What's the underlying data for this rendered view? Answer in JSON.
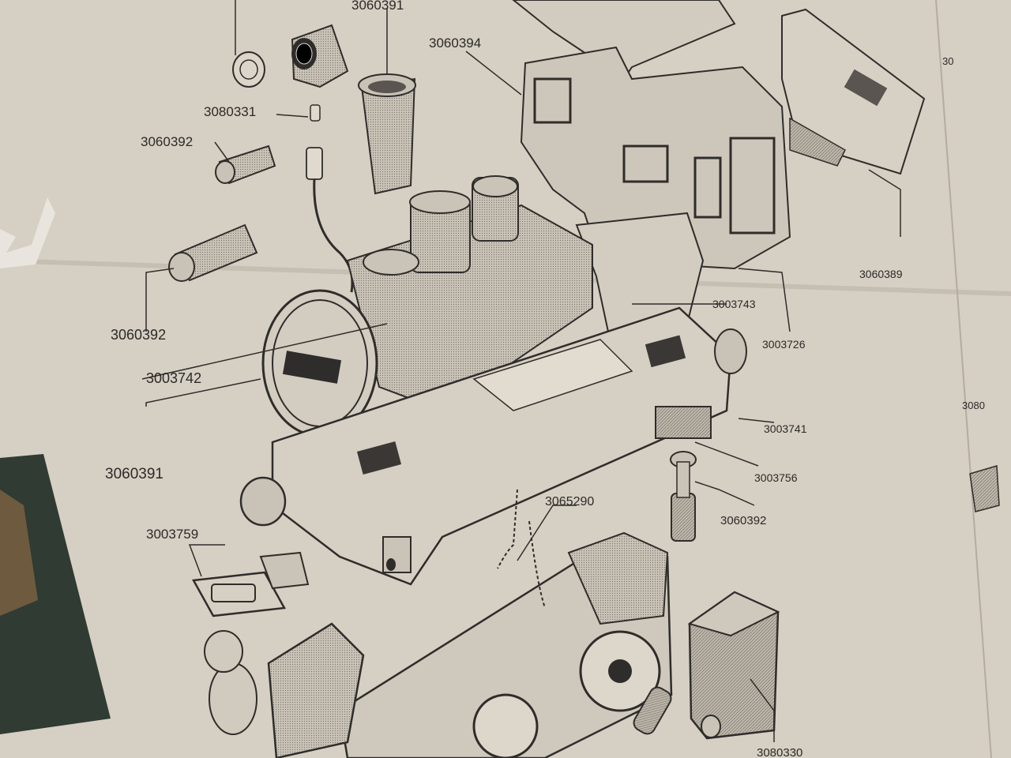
{
  "diagram": {
    "part_labels": {
      "top_cut": "3060391",
      "cab_roof": "3060394",
      "bulb": "3080331",
      "lamp_upper": "3060392",
      "lamp_left": "3060392",
      "smokebox": "3003742",
      "smokebox_door": "3060391",
      "rear_panel": "3060389",
      "cab_side": "3003743",
      "cab_rear": "3003726",
      "frame_rear": "3003741",
      "coupler_rear": "3003756",
      "buffer_rear": "3060392",
      "wire": "3065290",
      "coupler_front": "3003759",
      "motor_block": "3080330",
      "edge_cut_top": "30",
      "edge_cut_right": "3080"
    }
  }
}
